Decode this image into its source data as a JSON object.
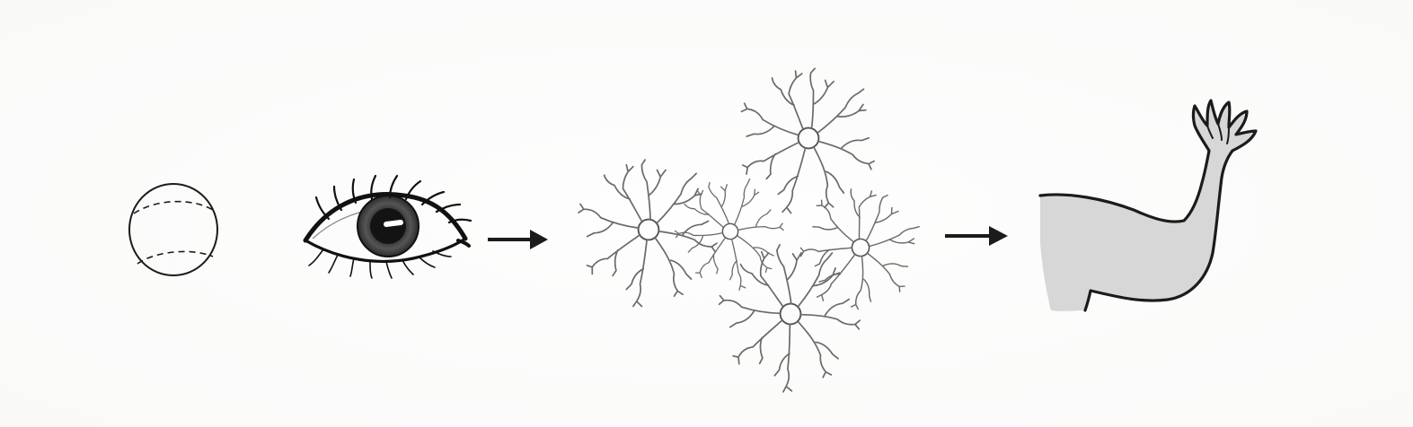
{
  "diagram": {
    "kind": "stimulus-perception-action sequence",
    "stages": [
      {
        "id": "ball",
        "icon": "baseball-icon"
      },
      {
        "id": "eye",
        "icon": "eye-icon"
      },
      {
        "id": "neurons",
        "icon": "neuron-cluster-icon"
      },
      {
        "id": "arm",
        "icon": "raised-arm-icon"
      }
    ],
    "connectors": [
      {
        "from": "eye",
        "to": "neurons",
        "icon": "arrow-right-icon"
      },
      {
        "from": "neurons",
        "to": "arm",
        "icon": "arrow-right-icon"
      }
    ],
    "colors": {
      "ink": "#1b1b1b",
      "neuron_ink": "#6d6d6d",
      "arm_fill": "#d7d7d7",
      "iris": "#3a3a3a",
      "background": "#fdfdfc"
    }
  }
}
